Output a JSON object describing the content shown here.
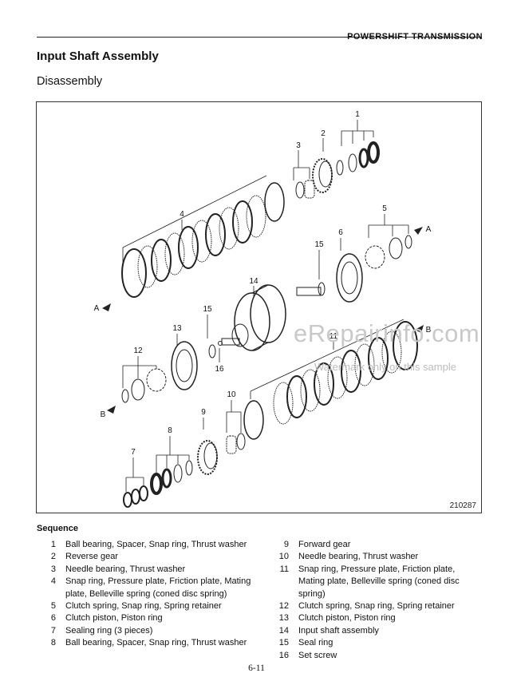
{
  "header": {
    "section": "POWERSHIFT TRANSMISSION"
  },
  "title": "Input Shaft Assembly",
  "subtitle": "Disassembly",
  "figure": {
    "id": "210287",
    "callouts": [
      "1",
      "2",
      "3",
      "4",
      "5",
      "6",
      "7",
      "8",
      "9",
      "10",
      "11",
      "12",
      "13",
      "14",
      "15",
      "15",
      "16",
      "A",
      "A",
      "B",
      "B"
    ]
  },
  "watermark": {
    "brand": "eRepairinfo.com",
    "note": "Watermark only on this sample"
  },
  "sequence": {
    "title": "Sequence",
    "left": [
      {
        "num": "1",
        "text": "Ball bearing, Spacer, Snap ring, Thrust washer"
      },
      {
        "num": "2",
        "text": "Reverse gear"
      },
      {
        "num": "3",
        "text": "Needle bearing, Thrust washer"
      },
      {
        "num": "4",
        "text": "Snap ring, Pressure plate, Friction plate, Mating plate, Belleville spring (coned disc spring)"
      },
      {
        "num": "5",
        "text": "Clutch spring, Snap ring, Spring retainer"
      },
      {
        "num": "6",
        "text": "Clutch piston, Piston ring"
      },
      {
        "num": "7",
        "text": "Sealing ring (3 pieces)"
      },
      {
        "num": "8",
        "text": "Ball bearing, Spacer, Snap ring, Thrust washer"
      }
    ],
    "right": [
      {
        "num": "9",
        "text": "Forward gear"
      },
      {
        "num": "10",
        "text": "Needle bearing, Thrust washer"
      },
      {
        "num": "11",
        "text": "Snap ring, Pressure plate, Friction plate, Mating plate, Belleville spring (coned disc spring)"
      },
      {
        "num": "12",
        "text": "Clutch spring, Snap ring, Spring retainer"
      },
      {
        "num": "13",
        "text": "Clutch piston, Piston ring"
      },
      {
        "num": "14",
        "text": "Input shaft assembly"
      },
      {
        "num": "15",
        "text": "Seal ring"
      },
      {
        "num": "16",
        "text": "Set screw"
      }
    ]
  },
  "page_number": "6-11"
}
